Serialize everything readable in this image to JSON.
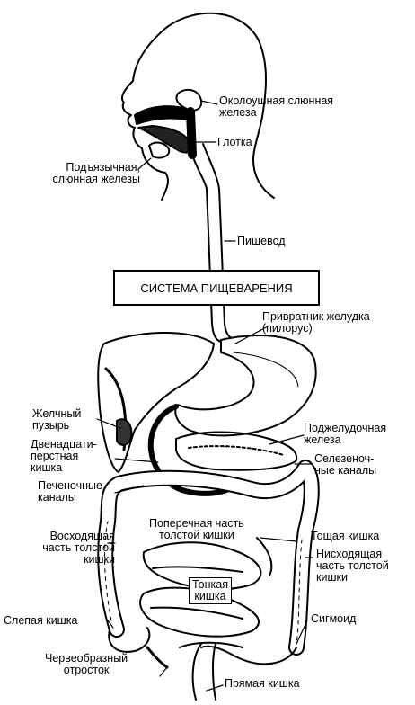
{
  "title": "СИСТЕМА ПИЩЕВАРЕНИЯ",
  "labels": {
    "parotid": "Околоушная слюнная\nжелеза",
    "pharynx": "Глотка",
    "sublingual": "Подъязычная,\nслюнная железы",
    "esophagus": "Пищевод",
    "pylorus": "Привратник желудка\n(пилорус)",
    "gallbladder": "Желчный\nпузырь",
    "pancreas": "Поджелудочная\nжелеза",
    "duodenum": "Двенадцати-\nперстная\nкишка",
    "splenic_ducts": "Селезеноч-\nные каналы",
    "hepatic_ducts": "Печеночные\nканалы",
    "transverse_colon": "Поперечная часть\nтолстой кишки",
    "jejunum": "Тощая кишка",
    "ascending_colon": "Восходящая\nчасть толстой\nкишки",
    "descending_colon": "Нисходящая\nчасть толстой\nкишки",
    "small_intestine": "Тонкая\nкишка",
    "cecum": "Слепая кишка",
    "sigmoid": "Сигмоид",
    "appendix": "Червеобразный\nотросток",
    "rectum": "Прямая кишка"
  }
}
